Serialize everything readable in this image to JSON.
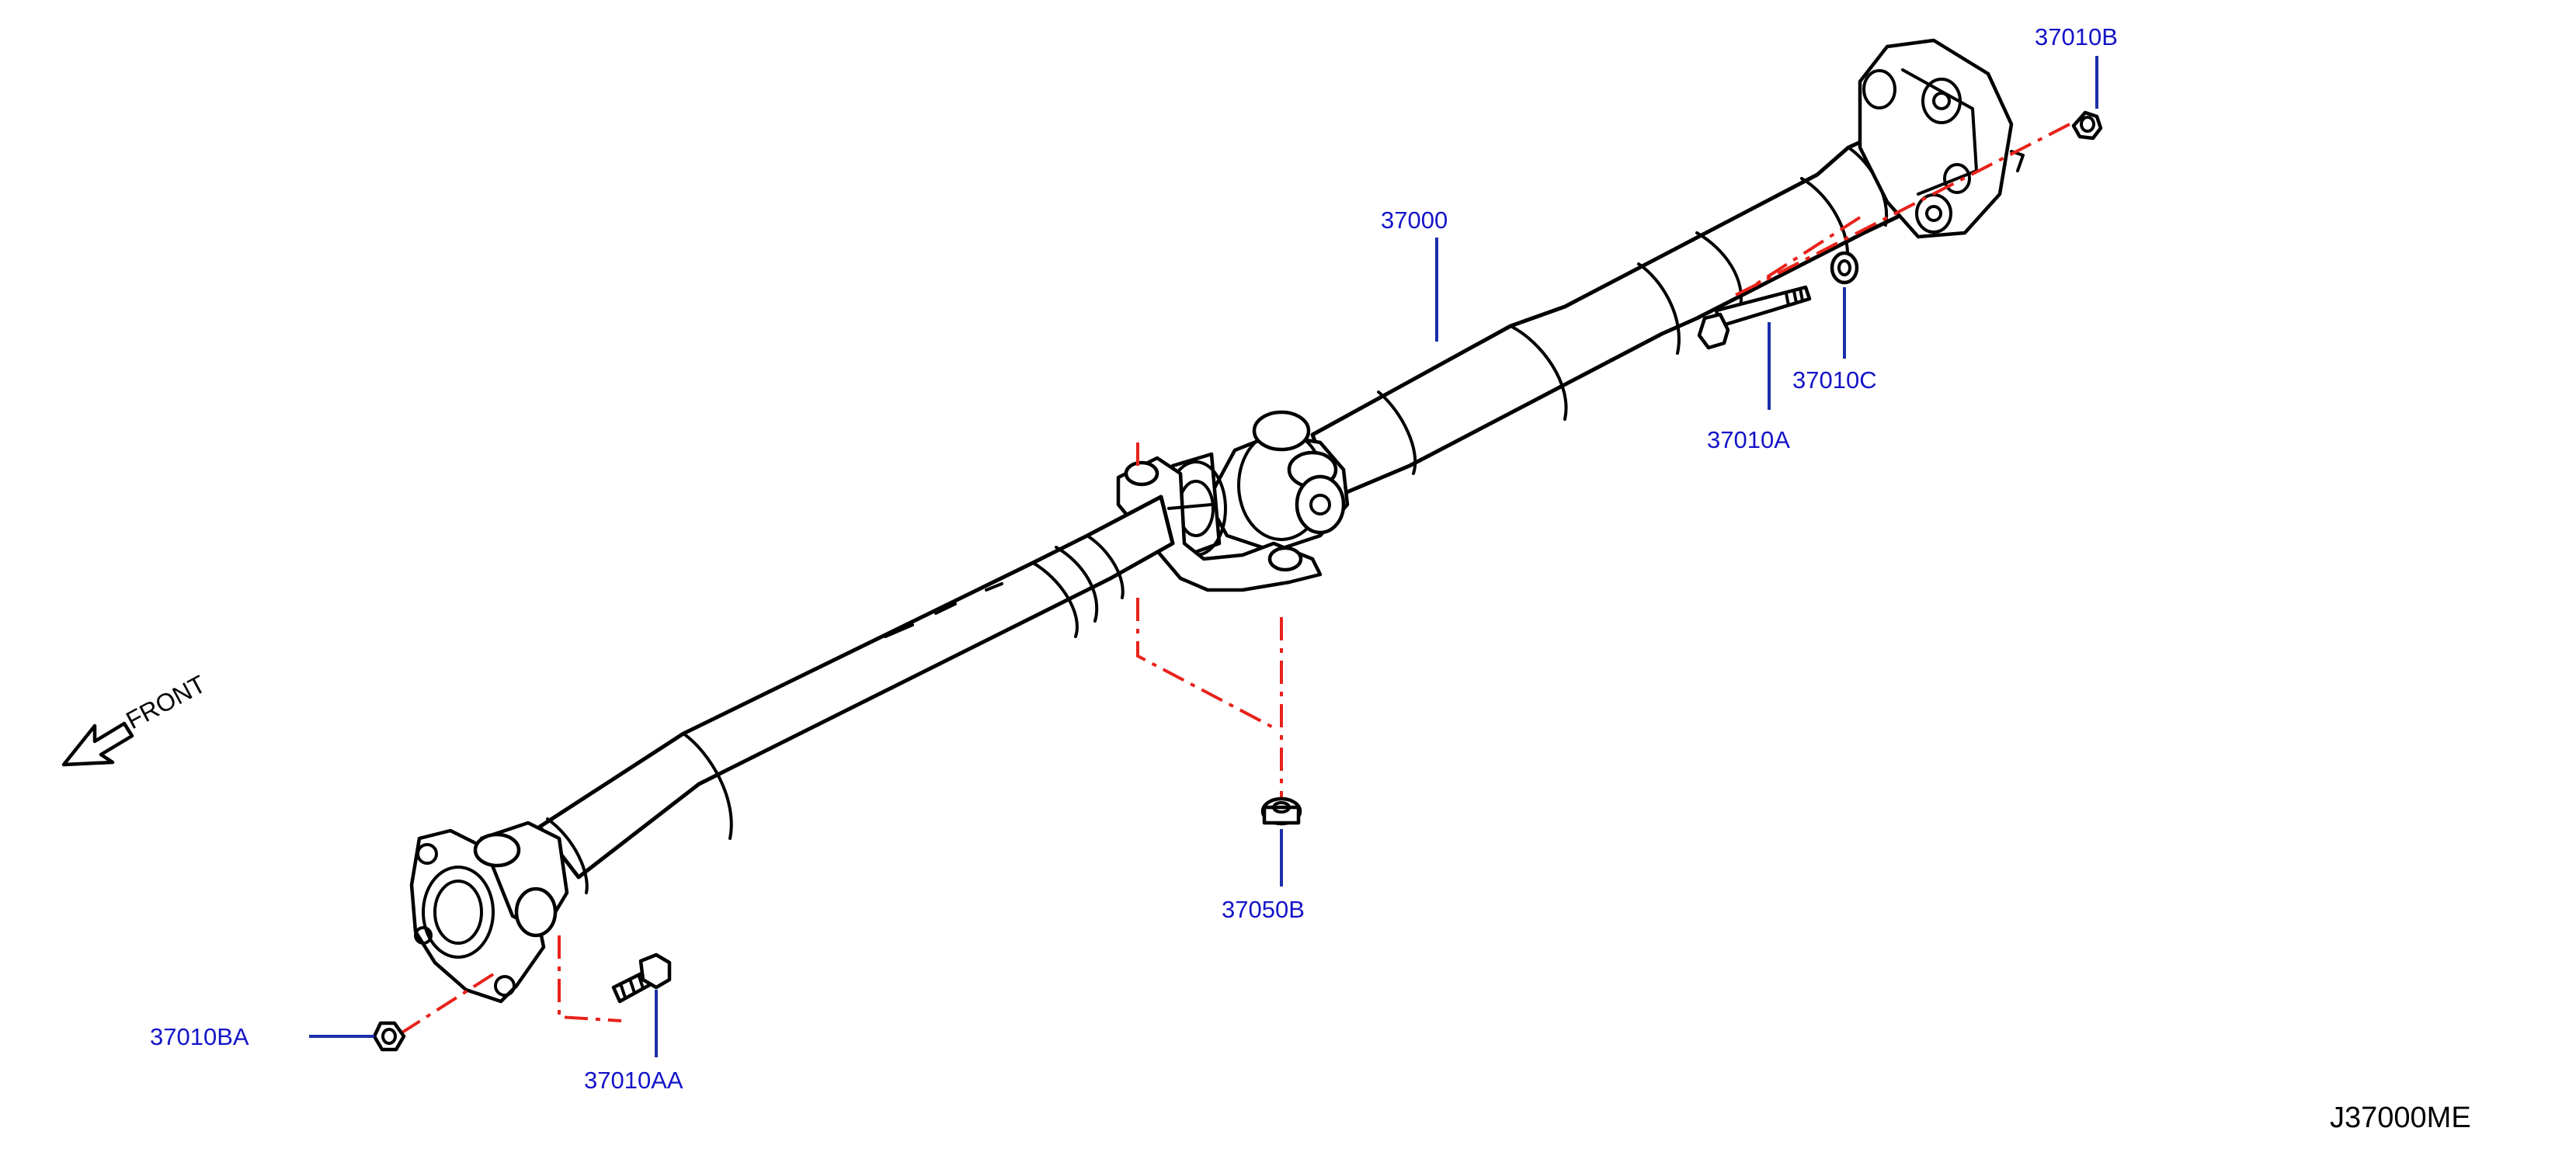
{
  "diagram_code": "J37000ME",
  "orientation_label": "FRONT",
  "colors": {
    "callout": "#1414c8",
    "leader": "#1a2fa8",
    "center_line": "#e8221b",
    "outline": "#000000"
  },
  "parts": [
    {
      "key": "37000",
      "label": "37000",
      "description": "propeller shaft assembly"
    },
    {
      "key": "37010B",
      "label": "37010B",
      "description": "nut"
    },
    {
      "key": "37010C",
      "label": "37010C",
      "description": "washer"
    },
    {
      "key": "37010A",
      "label": "37010A",
      "description": "bolt"
    },
    {
      "key": "37050B",
      "label": "37050B",
      "description": "nut"
    },
    {
      "key": "37010BA",
      "label": "37010BA",
      "description": "nut"
    },
    {
      "key": "37010AA",
      "label": "37010AA",
      "description": "bolt"
    }
  ]
}
